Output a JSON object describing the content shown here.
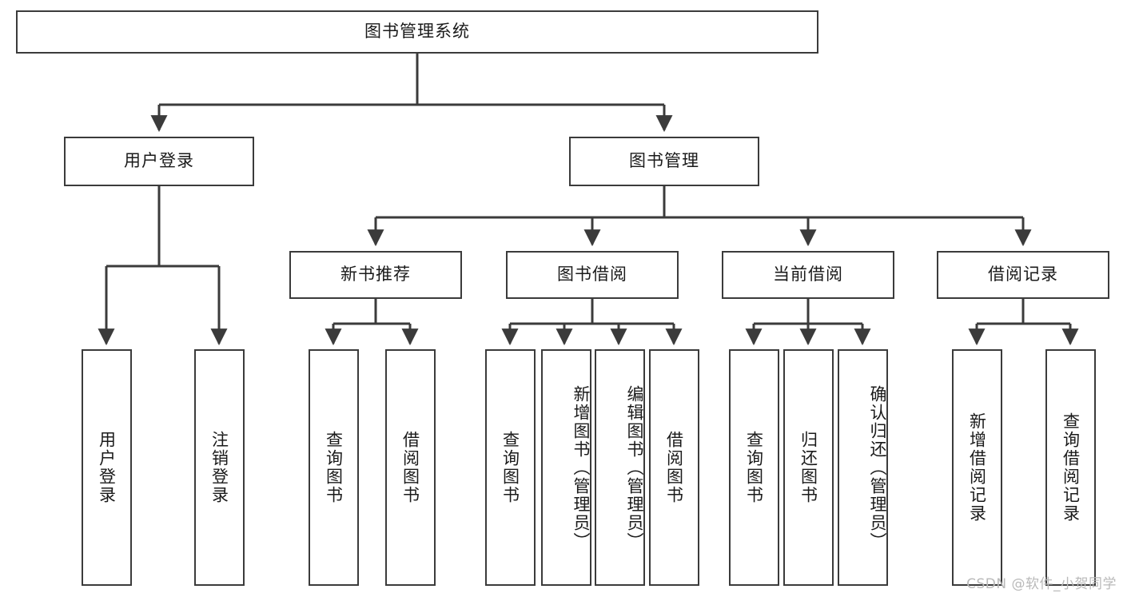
{
  "diagram": {
    "type": "tree",
    "title": "图书管理系统",
    "watermark": "CSDN @软件_小贺同学",
    "colors": {
      "border": "#3b3b3b",
      "background": "#ffffff",
      "text": "#1a1a1a",
      "connector": "#3b3b3b",
      "watermark": "#b9b9b9"
    },
    "nodes": {
      "root": {
        "label": "图书管理系统"
      },
      "level2": [
        {
          "id": "user-login",
          "label": "用户登录"
        },
        {
          "id": "book-management",
          "label": "图书管理"
        }
      ],
      "level3": [
        {
          "id": "new-book-recommend",
          "label": "新书推荐"
        },
        {
          "id": "book-borrow",
          "label": "图书借阅"
        },
        {
          "id": "current-borrow",
          "label": "当前借阅"
        },
        {
          "id": "borrow-record",
          "label": "借阅记录"
        }
      ],
      "leaves": {
        "user_login": [
          {
            "id": "leaf-user-login",
            "label": "用户登录"
          },
          {
            "id": "leaf-logout-login",
            "label": "注销登录"
          }
        ],
        "new_book_recommend": [
          {
            "id": "leaf-query-book-1",
            "label": "查询图书"
          },
          {
            "id": "leaf-borrow-book-1",
            "label": "借阅图书"
          }
        ],
        "book_borrow": [
          {
            "id": "leaf-query-book-2",
            "label": "查询图书"
          },
          {
            "id": "leaf-add-book",
            "label": "新增图书（管理员）"
          },
          {
            "id": "leaf-edit-book",
            "label": "编辑图书（管理员）"
          },
          {
            "id": "leaf-borrow-book-2",
            "label": "借阅图书"
          }
        ],
        "current_borrow": [
          {
            "id": "leaf-query-book-3",
            "label": "查询图书"
          },
          {
            "id": "leaf-return-book",
            "label": "归还图书"
          },
          {
            "id": "leaf-confirm-return",
            "label": "确认归还（管理员）"
          }
        ],
        "borrow_record": [
          {
            "id": "leaf-add-borrow-record",
            "label": "新增借阅记录"
          },
          {
            "id": "leaf-query-borrow-record",
            "label": "查询借阅记录"
          }
        ]
      }
    }
  }
}
